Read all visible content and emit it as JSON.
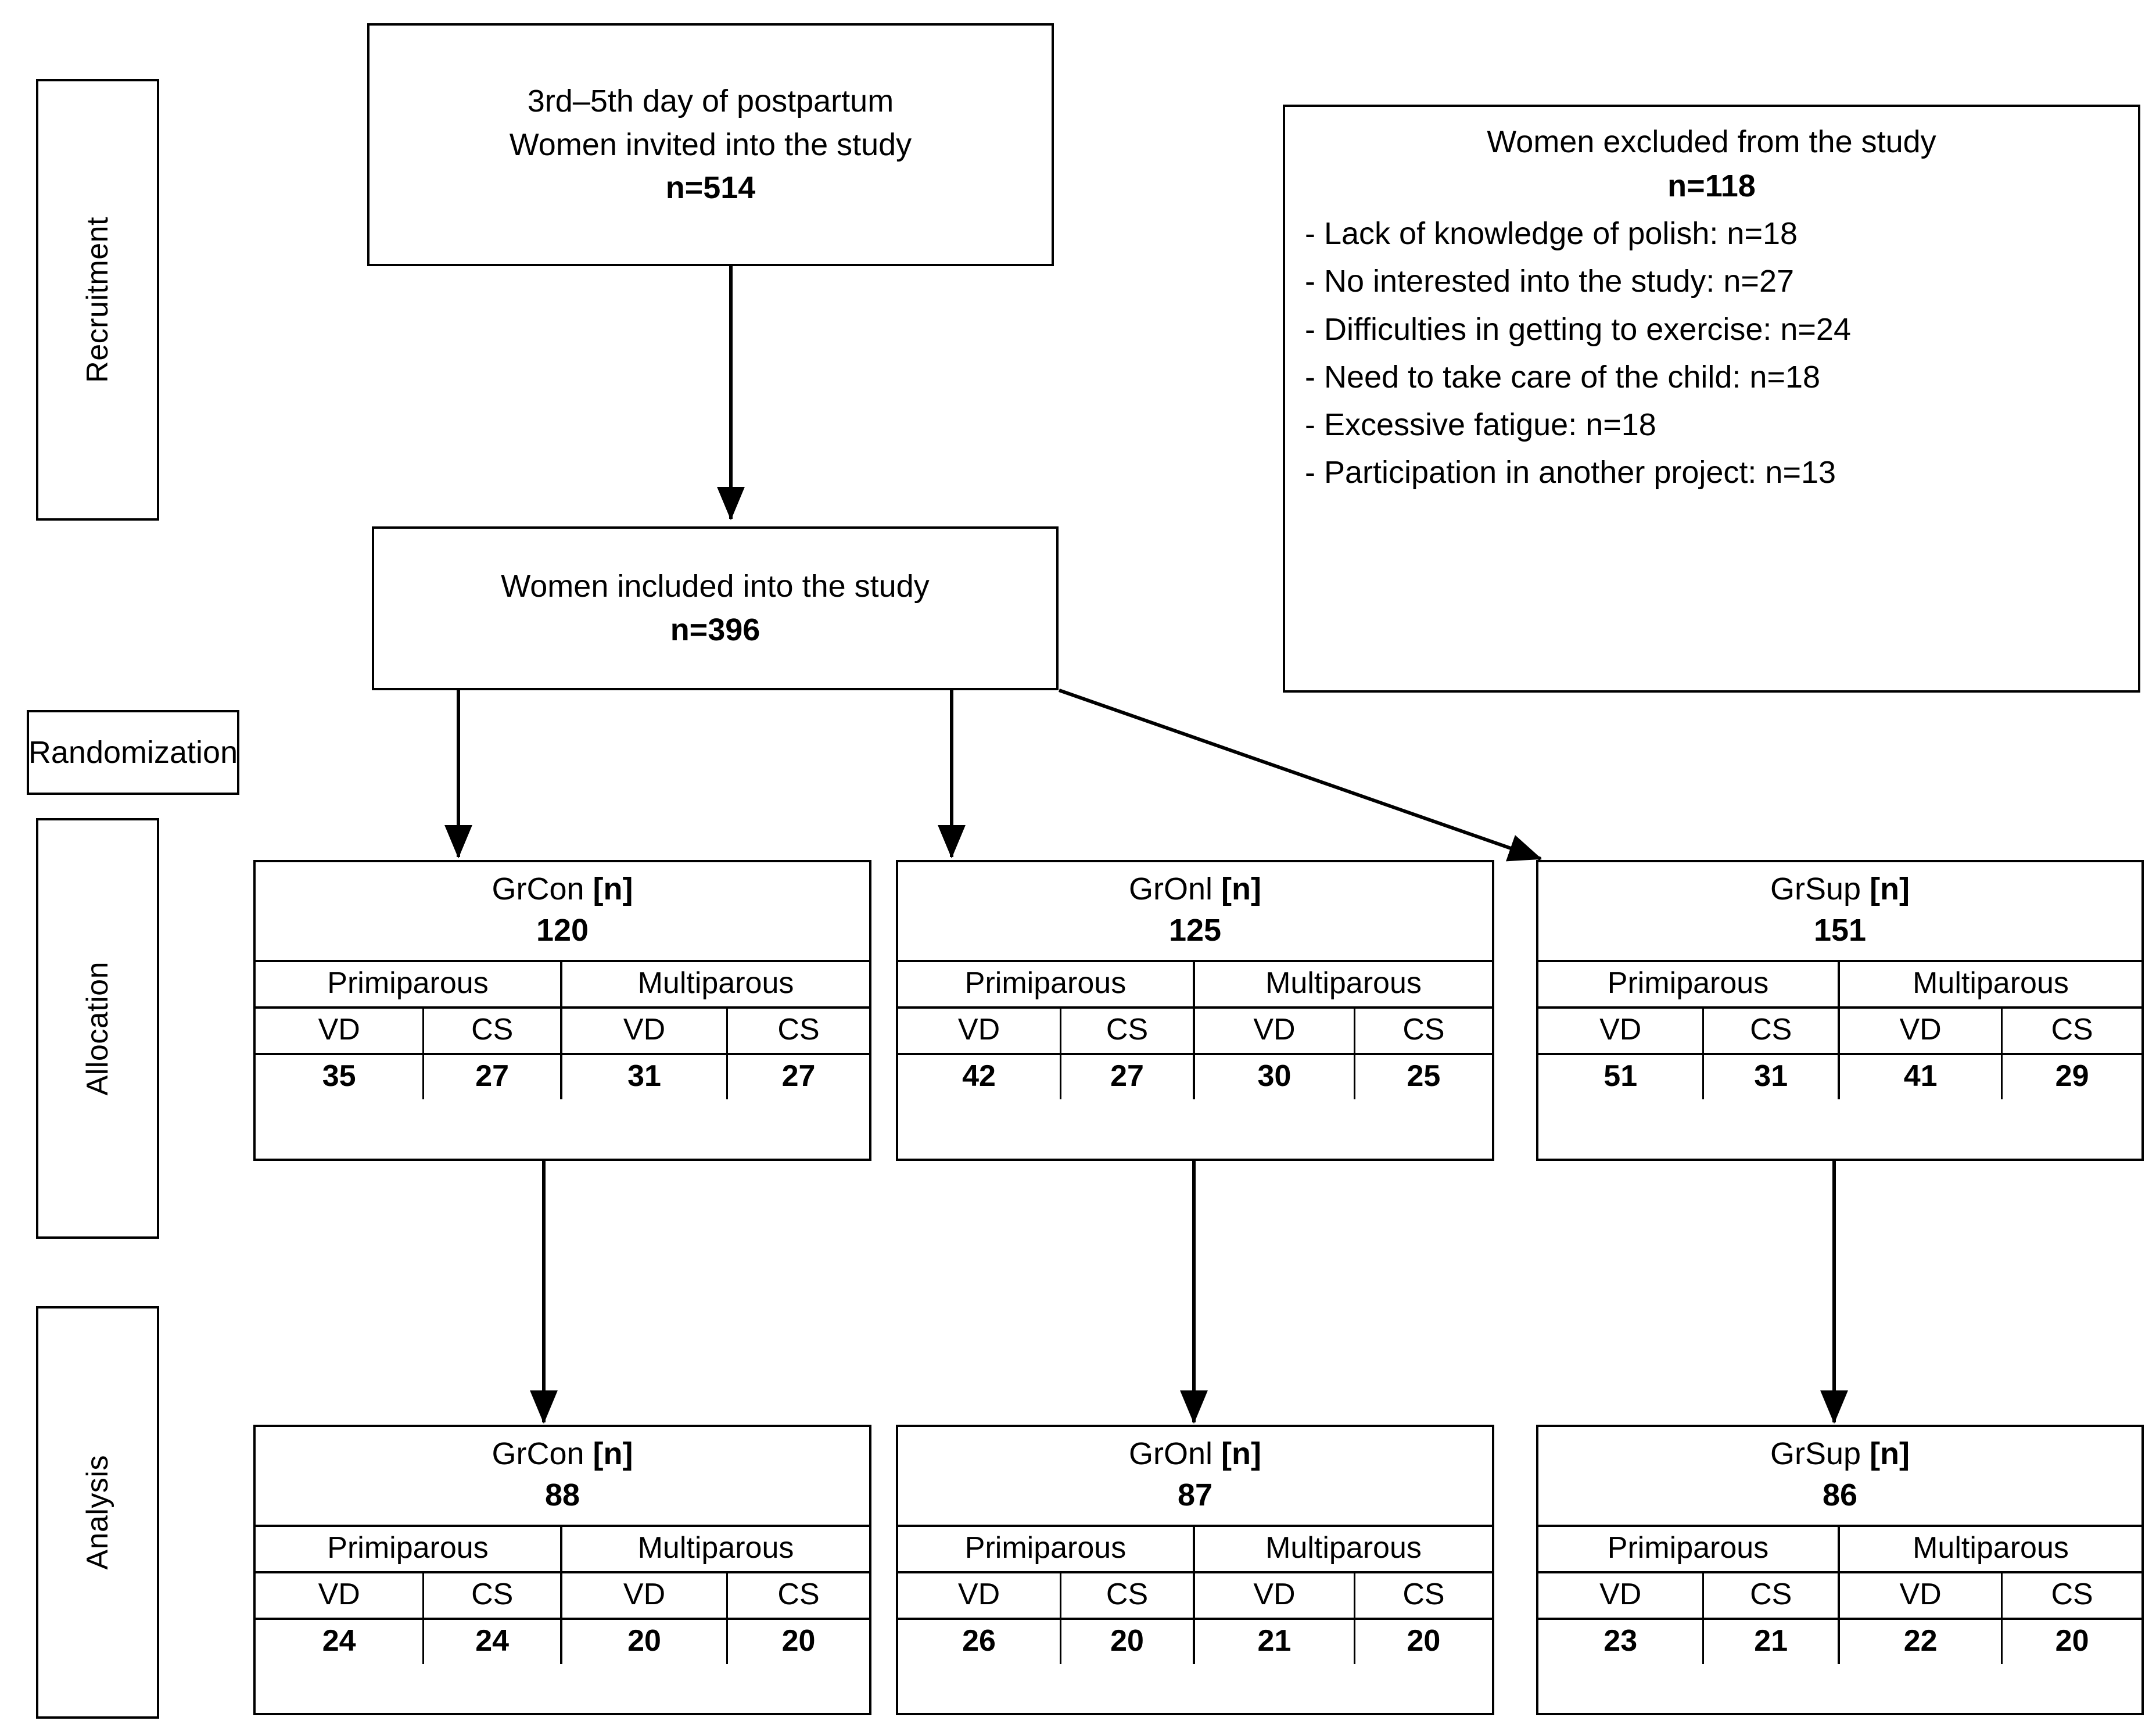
{
  "stages": {
    "recruitment": "Recruitment",
    "randomization": "Randomization",
    "allocation": "Allocation",
    "analysis": "Analysis"
  },
  "invited": {
    "line1": "3rd–5th day of postpartum",
    "line2": "Women invited into the study",
    "n": "n=514"
  },
  "excluded": {
    "title": "Women excluded from the study",
    "n": "n=118",
    "reasons": [
      "- Lack of knowledge of polish: n=18",
      "- No interested into the study: n=27",
      "- Difficulties in getting to exercise: n=24",
      "- Need to take care of the child: n=18",
      "- Excessive fatigue: n=18",
      "- Participation in another project: n=13"
    ]
  },
  "included": {
    "line1": "Women included into the study",
    "n": "n=396"
  },
  "table_headers": {
    "primiparous": "Primiparous",
    "multiparous": "Multiparous",
    "vd": "VD",
    "cs": "CS",
    "unit": "[n]"
  },
  "allocation_groups": [
    {
      "name": "GrCon",
      "total": "120",
      "primiparous_vd": "35",
      "primiparous_cs": "27",
      "multiparous_vd": "31",
      "multiparous_cs": "27"
    },
    {
      "name": "GrOnl",
      "total": "125",
      "primiparous_vd": "42",
      "primiparous_cs": "27",
      "multiparous_vd": "30",
      "multiparous_cs": "25"
    },
    {
      "name": "GrSup",
      "total": "151",
      "primiparous_vd": "51",
      "primiparous_cs": "31",
      "multiparous_vd": "41",
      "multiparous_cs": "29"
    }
  ],
  "analysis_groups": [
    {
      "name": "GrCon",
      "total": "88",
      "primiparous_vd": "24",
      "primiparous_cs": "24",
      "multiparous_vd": "20",
      "multiparous_cs": "20"
    },
    {
      "name": "GrOnl",
      "total": "87",
      "primiparous_vd": "26",
      "primiparous_cs": "20",
      "multiparous_vd": "21",
      "multiparous_cs": "20"
    },
    {
      "name": "GrSup",
      "total": "86",
      "primiparous_vd": "23",
      "primiparous_cs": "21",
      "multiparous_vd": "22",
      "multiparous_cs": "20"
    }
  ],
  "colors": {
    "stroke": "#000000",
    "background": "#ffffff"
  }
}
